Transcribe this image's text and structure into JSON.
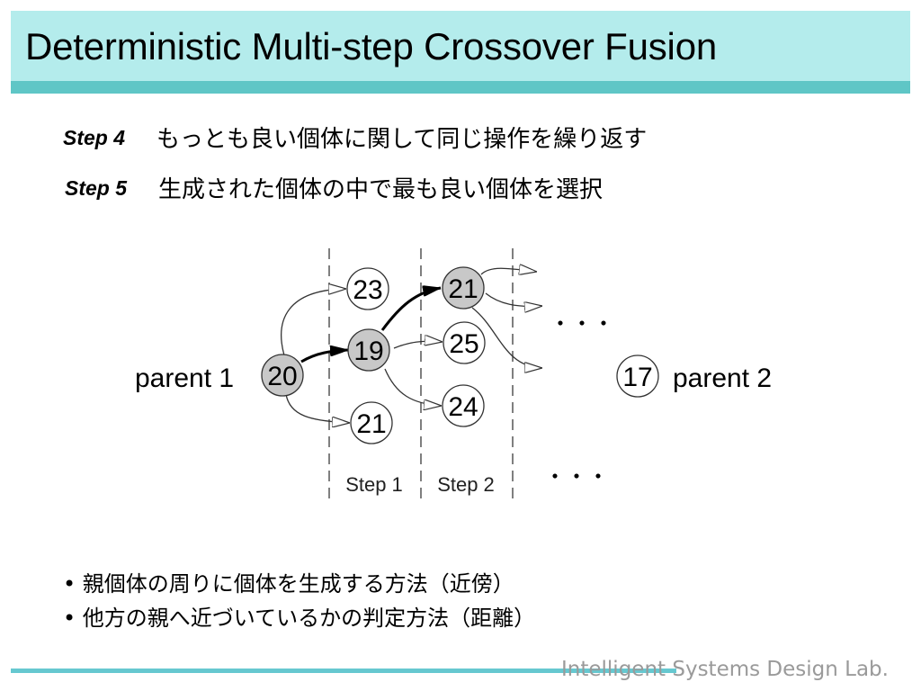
{
  "slide": {
    "title": "Deterministic Multi-step Crossover Fusion",
    "steps": [
      {
        "label": "Step 4",
        "text": "もっとも良い個体に関して同じ操作を繰り返す"
      },
      {
        "label": "Step 5",
        "text": "生成された個体の中で最も良い個体を選択"
      }
    ],
    "bullets": [
      "親個体の周りに個体を生成する方法（近傍）",
      "他方の親へ近づいているかの判定方法（距離）"
    ],
    "footer": "Intelligent Systems Design Lab."
  },
  "diagram": {
    "parent1_label": "parent 1",
    "parent2_label": "parent 2",
    "nodes": {
      "p1": {
        "value": "20",
        "shaded": true
      },
      "s1_top": {
        "value": "23",
        "shaded": false
      },
      "s1_mid": {
        "value": "19",
        "shaded": true
      },
      "s1_bot": {
        "value": "21",
        "shaded": false
      },
      "s2_top": {
        "value": "21",
        "shaded": true
      },
      "s2_mid": {
        "value": "25",
        "shaded": false
      },
      "s2_bot": {
        "value": "24",
        "shaded": false
      },
      "p2": {
        "value": "17",
        "shaded": false
      }
    },
    "step_labels": [
      "Step 1",
      "Step 2"
    ],
    "ellipsis": "・・・",
    "colors": {
      "shaded_fill": "#c8c8c8",
      "open_fill": "#ffffff",
      "line": "#333333",
      "divider": "#555555"
    }
  }
}
